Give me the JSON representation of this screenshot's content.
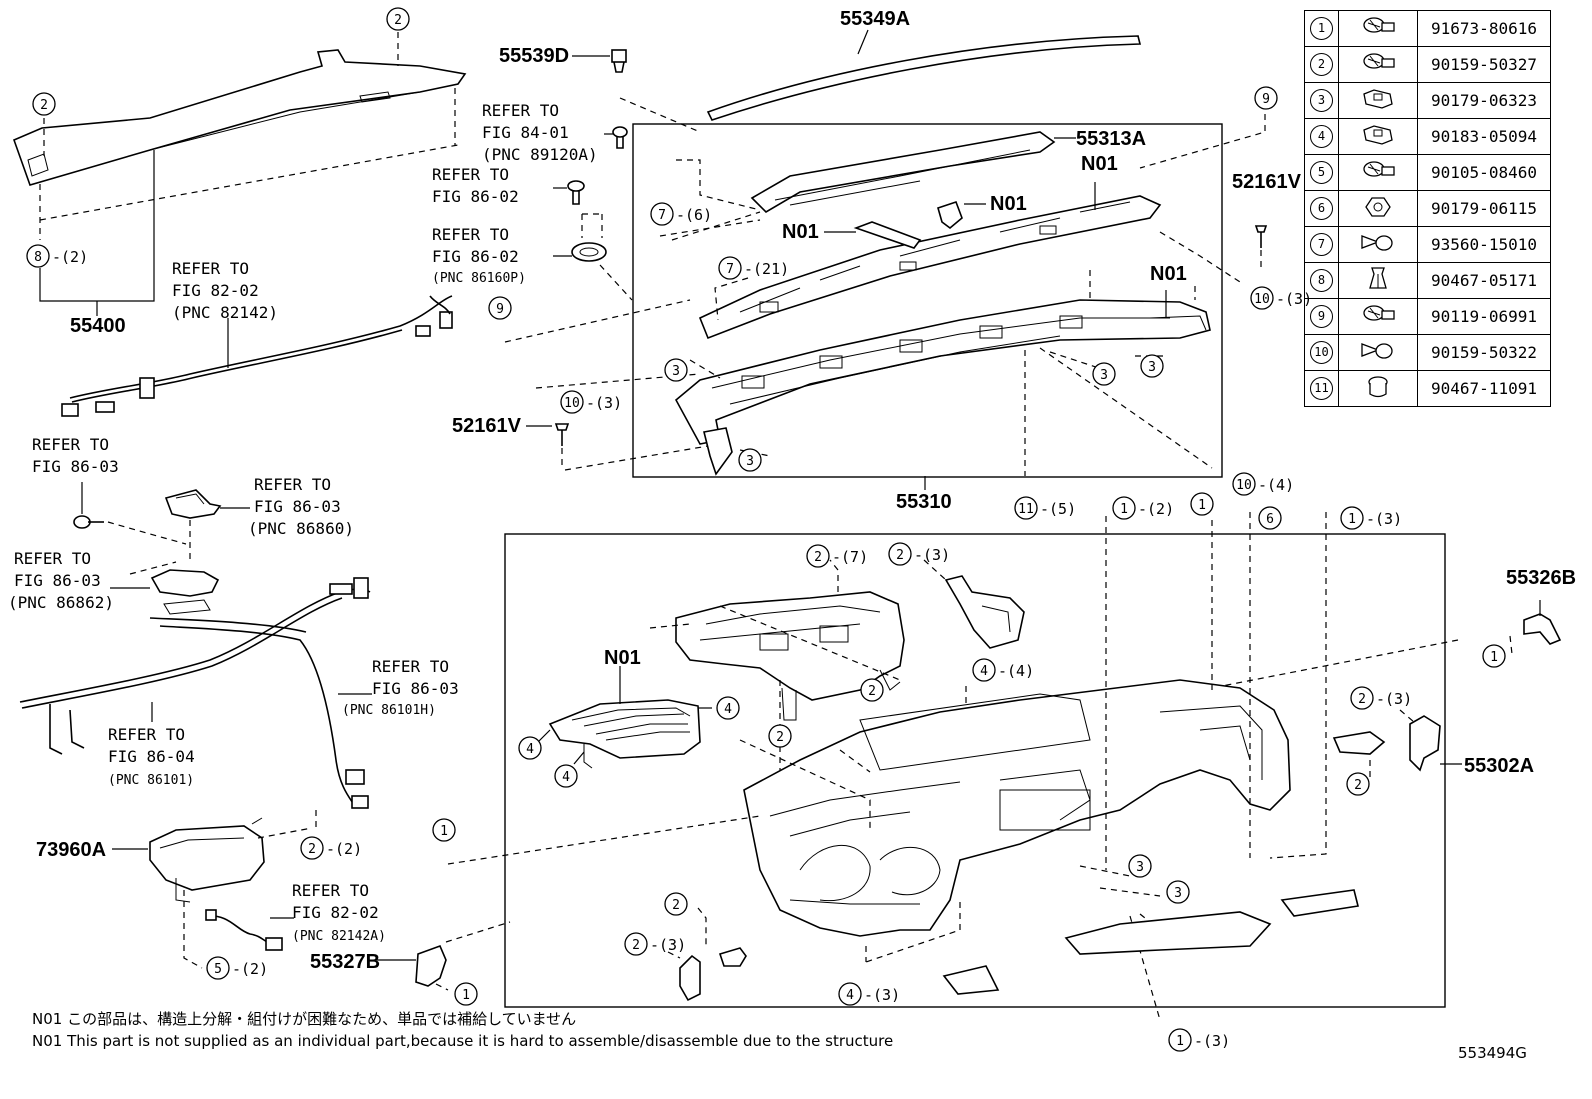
{
  "part_labels": {
    "p55349A": "55349A",
    "p55539D": "55539D",
    "p55313A": "55313A",
    "p55400": "55400",
    "p52161V_top": "52161V",
    "p52161V_bot": "52161V",
    "p55310": "55310",
    "p55326B": "55326B",
    "p55302A": "55302A",
    "p73960A": "73960A",
    "p55327B": "55327B",
    "n01": "N01"
  },
  "refer_labels": {
    "refer_to": "REFER TO",
    "fig_84_01": "FIG 84-01",
    "pnc_89120A": "(PNC 89120A)",
    "fig_86_02": "FIG 86-02",
    "pnc_86160P": "(PNC 86160P)",
    "fig_82_02": "FIG 82-02",
    "pnc_82142": "(PNC 82142)",
    "fig_86_03": "FIG 86-03",
    "pnc_86860": "(PNC 86860)",
    "pnc_86862": "(PNC 86862)",
    "pnc_86101H": "(PNC 86101H)",
    "fig_86_04": "FIG 86-04",
    "pnc_86101": "(PNC 86101)",
    "pnc_82142A": "(PNC 82142A)"
  },
  "callouts": {
    "c1": "1",
    "c2": "2",
    "c3": "3",
    "c4": "4",
    "c5": "5",
    "c6": "6",
    "c7": "7",
    "c8": "8",
    "c9": "9",
    "c10": "10",
    "c11": "11",
    "q2": "-(2)",
    "q3": "-(3)",
    "q4": "-(4)",
    "q5": "-(5)",
    "q6": "-(6)",
    "q7": "-(7)",
    "q21": "-(21)"
  },
  "legend": [
    {
      "num": "1",
      "icon": "bolt-washer-icon",
      "code": "91673-80616"
    },
    {
      "num": "2",
      "icon": "bolt-washer-icon",
      "code": "90159-50327"
    },
    {
      "num": "3",
      "icon": "clip-nut-icon",
      "code": "90179-06323"
    },
    {
      "num": "4",
      "icon": "clip-nut-icon",
      "code": "90183-05094"
    },
    {
      "num": "5",
      "icon": "bolt-washer-icon",
      "code": "90105-08460"
    },
    {
      "num": "6",
      "icon": "nut-icon",
      "code": "90179-06115"
    },
    {
      "num": "7",
      "icon": "screw-icon",
      "code": "93560-15010"
    },
    {
      "num": "8",
      "icon": "push-clip-icon",
      "code": "90467-05171"
    },
    {
      "num": "9",
      "icon": "bolt-washer-icon",
      "code": "90119-06991"
    },
    {
      "num": "10",
      "icon": "screw-icon",
      "code": "90159-50322"
    },
    {
      "num": "11",
      "icon": "cap-clip-icon",
      "code": "90467-11091"
    }
  ],
  "notes": {
    "jp": "N01 この部品は、構造上分解・組付けが困難なため、単品では補給していません",
    "en": "N01 This part is not supplied as an individual part,because it is hard to assemble/disassemble due to the structure"
  },
  "diagram_code": "553494G"
}
